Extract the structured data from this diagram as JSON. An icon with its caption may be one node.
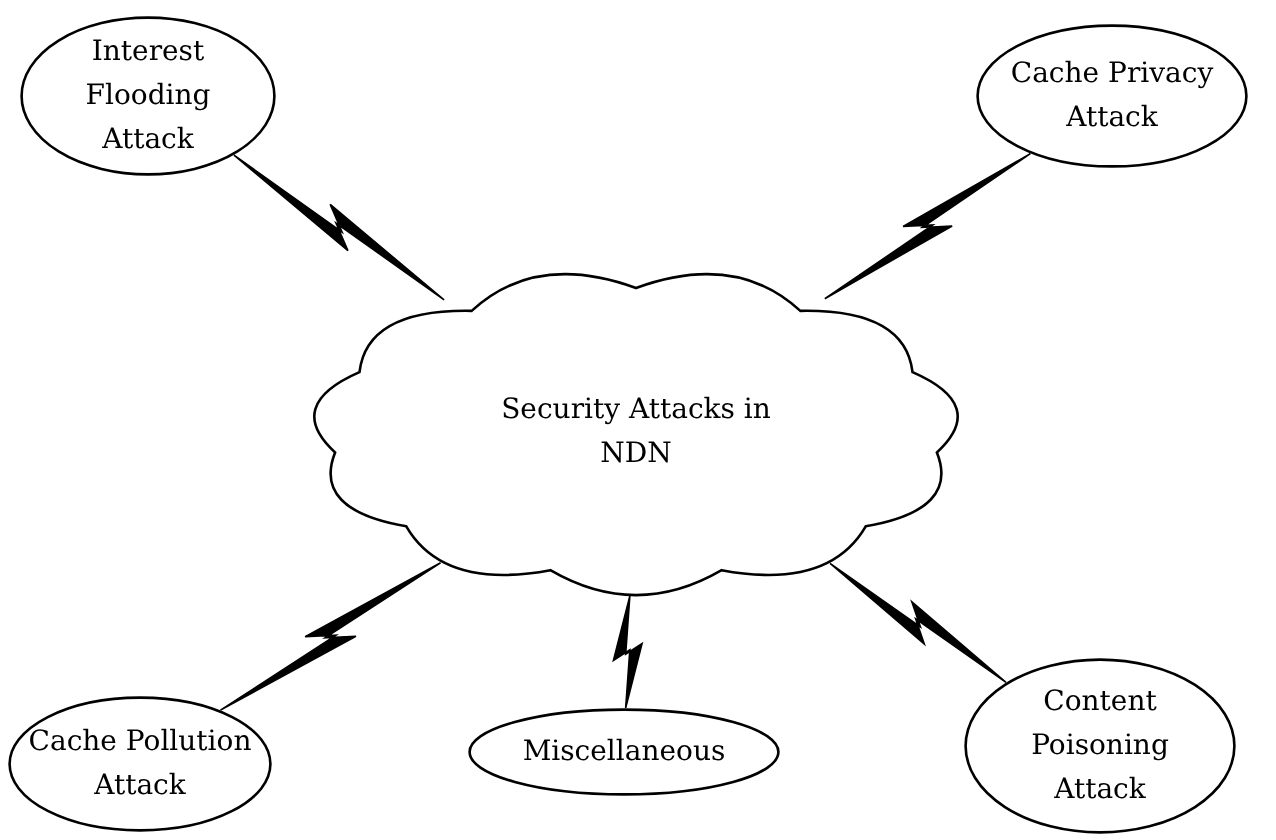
{
  "diagram": {
    "nodes": [
      {
        "text": [
          "Security Attacks in NDN"
        ]
      },
      {
        "text": [
          "Interest Flooding Attack"
        ]
      },
      {
        "text": [
          "Cache Privacy Attack"
        ]
      },
      {
        "text": [
          "Cache Pollution Attack"
        ]
      },
      {
        "text": [
          "Miscellaneous"
        ]
      },
      {
        "text": [
          "Content Poisoning Attack"
        ]
      }
    ],
    "edges": [
      {
        "from": 1,
        "to": 0,
        "arrow": "none"
      },
      {
        "from": 2,
        "to": 0,
        "arrow": "none"
      },
      {
        "from": 3,
        "to": 0,
        "arrow": "none"
      },
      {
        "from": 4,
        "to": 0,
        "arrow": "none"
      },
      {
        "from": 5,
        "to": 0,
        "arrow": "none"
      }
    ]
  }
}
